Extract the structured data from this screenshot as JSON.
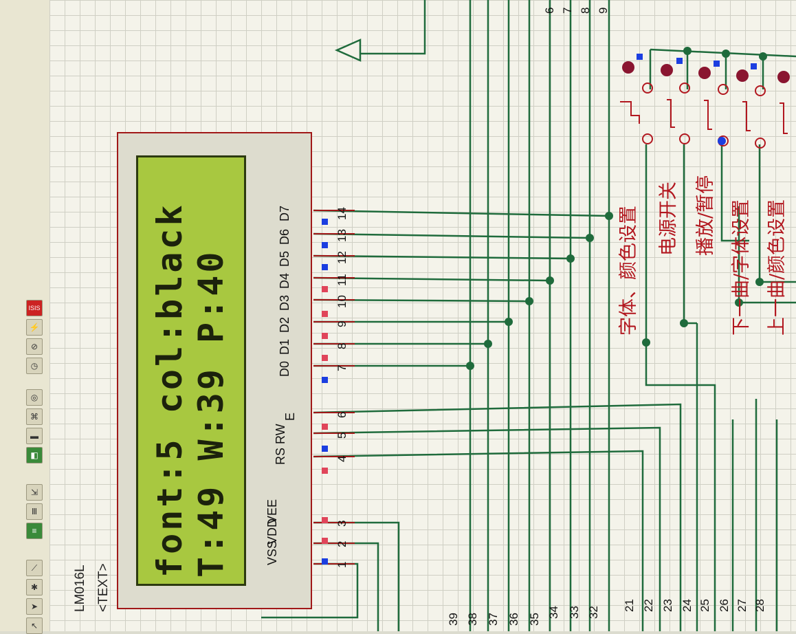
{
  "toolbar": {
    "icons": [
      "cursor-icon",
      "component-icon",
      "junction-icon",
      "wire-label-icon",
      "text-script-icon",
      "bus-icon",
      "subcircuit-icon",
      "terminal-icon",
      "pin-icon",
      "graph-icon",
      "tape-icon",
      "generator-icon",
      "probe-icon",
      "meter-icon",
      "logo-icon"
    ],
    "logo_text": "ISIS"
  },
  "lcd": {
    "part_name": "LM016L",
    "text_tag": "<TEXT>",
    "line1": "font:5 col:black",
    "line2": "T:49 W:39 P:40",
    "pins": [
      {
        "num": "1",
        "label": "VSS"
      },
      {
        "num": "2",
        "label": "VDD"
      },
      {
        "num": "3",
        "label": "VEE"
      },
      {
        "num": "4",
        "label": "RS"
      },
      {
        "num": "5",
        "label": "RW"
      },
      {
        "num": "6",
        "label": "E"
      },
      {
        "num": "7",
        "label": "D0"
      },
      {
        "num": "8",
        "label": "D1"
      },
      {
        "num": "9",
        "label": "D2"
      },
      {
        "num": "10",
        "label": "D3"
      },
      {
        "num": "11",
        "label": "D4"
      },
      {
        "num": "12",
        "label": "D5"
      },
      {
        "num": "13",
        "label": "D6"
      },
      {
        "num": "14",
        "label": "D7"
      }
    ]
  },
  "buttons": {
    "labels": [
      "字体、颜色设置",
      "电源开关",
      "播放/暂停",
      "下一曲/字体设置",
      "上一曲/颜色设置"
    ]
  },
  "bottom_pins": [
    "39",
    "38",
    "37",
    "36",
    "35",
    "34",
    "33",
    "32",
    "21",
    "22",
    "23",
    "24",
    "25",
    "26",
    "27",
    "28"
  ],
  "top_pins": [
    "6",
    "7",
    "8",
    "9"
  ],
  "colors": {
    "wire": "#1f6b3c",
    "body_border": "#a01818",
    "lcd_screen": "#a8c840",
    "label_red": "#b2171f"
  }
}
